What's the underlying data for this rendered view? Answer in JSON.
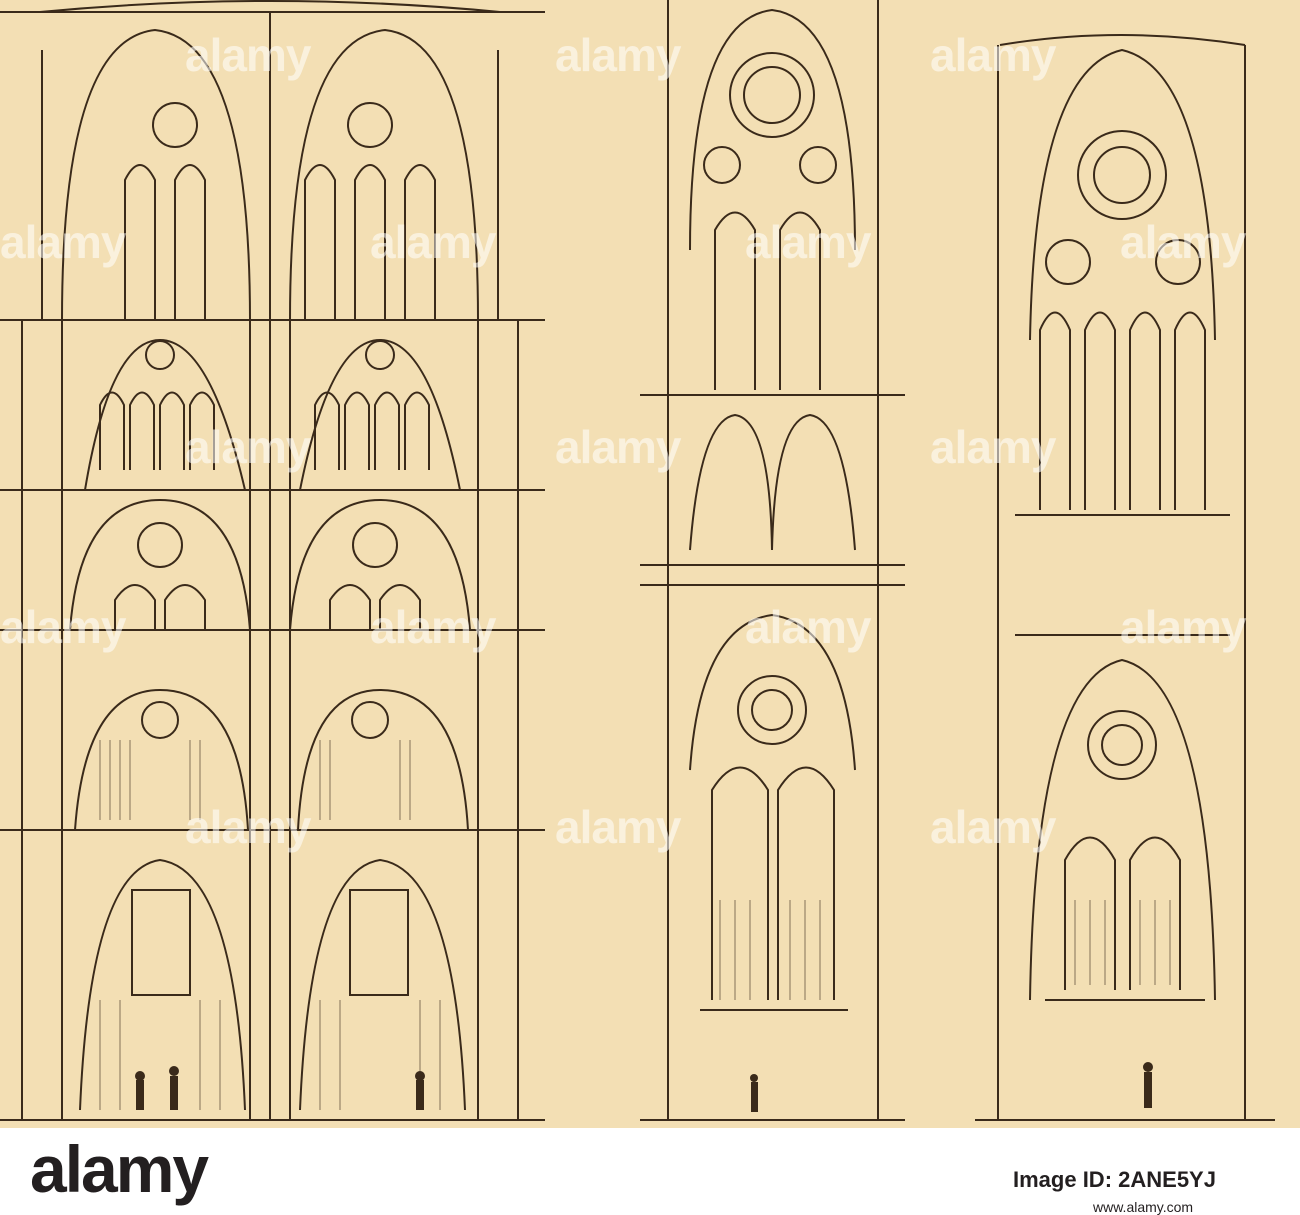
{
  "watermark": {
    "text": "alamy"
  },
  "footer": {
    "logo_text": "alamy",
    "image_id_label": "Image ID: 2ANE5YJ",
    "url": "www.alamy.com"
  },
  "colors": {
    "paper": "#f3dfb4",
    "ink": "#3a2a1a",
    "footer_bg": "#ffffff",
    "footer_text": "#231f20"
  }
}
